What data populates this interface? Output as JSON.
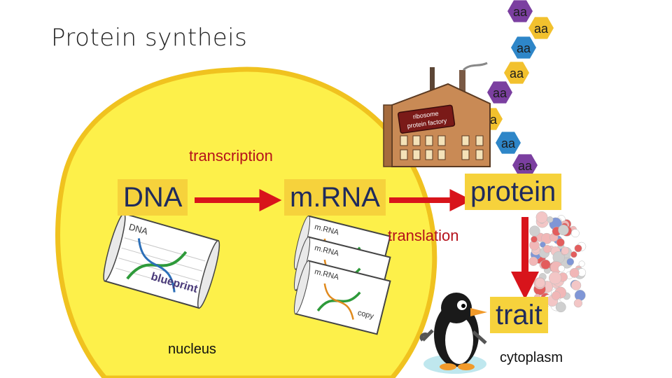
{
  "title": "Protein syntheis",
  "labels": {
    "transcription": "transcription",
    "translation": "translation",
    "nucleus": "nucleus",
    "cytoplasm": "cytoplasm"
  },
  "terms": {
    "dna": "DNA",
    "mrna": "m.RNA",
    "protein": "protein",
    "trait": "trait"
  },
  "factory": {
    "sign_line1": "ribosome",
    "sign_line2": "protein factory"
  },
  "blueprint": {
    "header": "DNA",
    "word": "blueprint"
  },
  "copies": {
    "header": "m.RNA",
    "word": "copy"
  },
  "amino_acid": {
    "label": "aa",
    "colors": [
      "#7b3fa0",
      "#f2c12e",
      "#2e86c8",
      "#f2c12e",
      "#7b3fa0",
      "#f2c12e",
      "#2e86c8",
      "#7b3fa0"
    ]
  },
  "colors": {
    "nucleus_fill": "#fdf04a",
    "nucleus_edge": "#f0c21f",
    "arrow_red": "#d8141b",
    "term_bg": "#f6d23c",
    "term_text": "#1f2a5c",
    "label_red": "#b5121b"
  }
}
